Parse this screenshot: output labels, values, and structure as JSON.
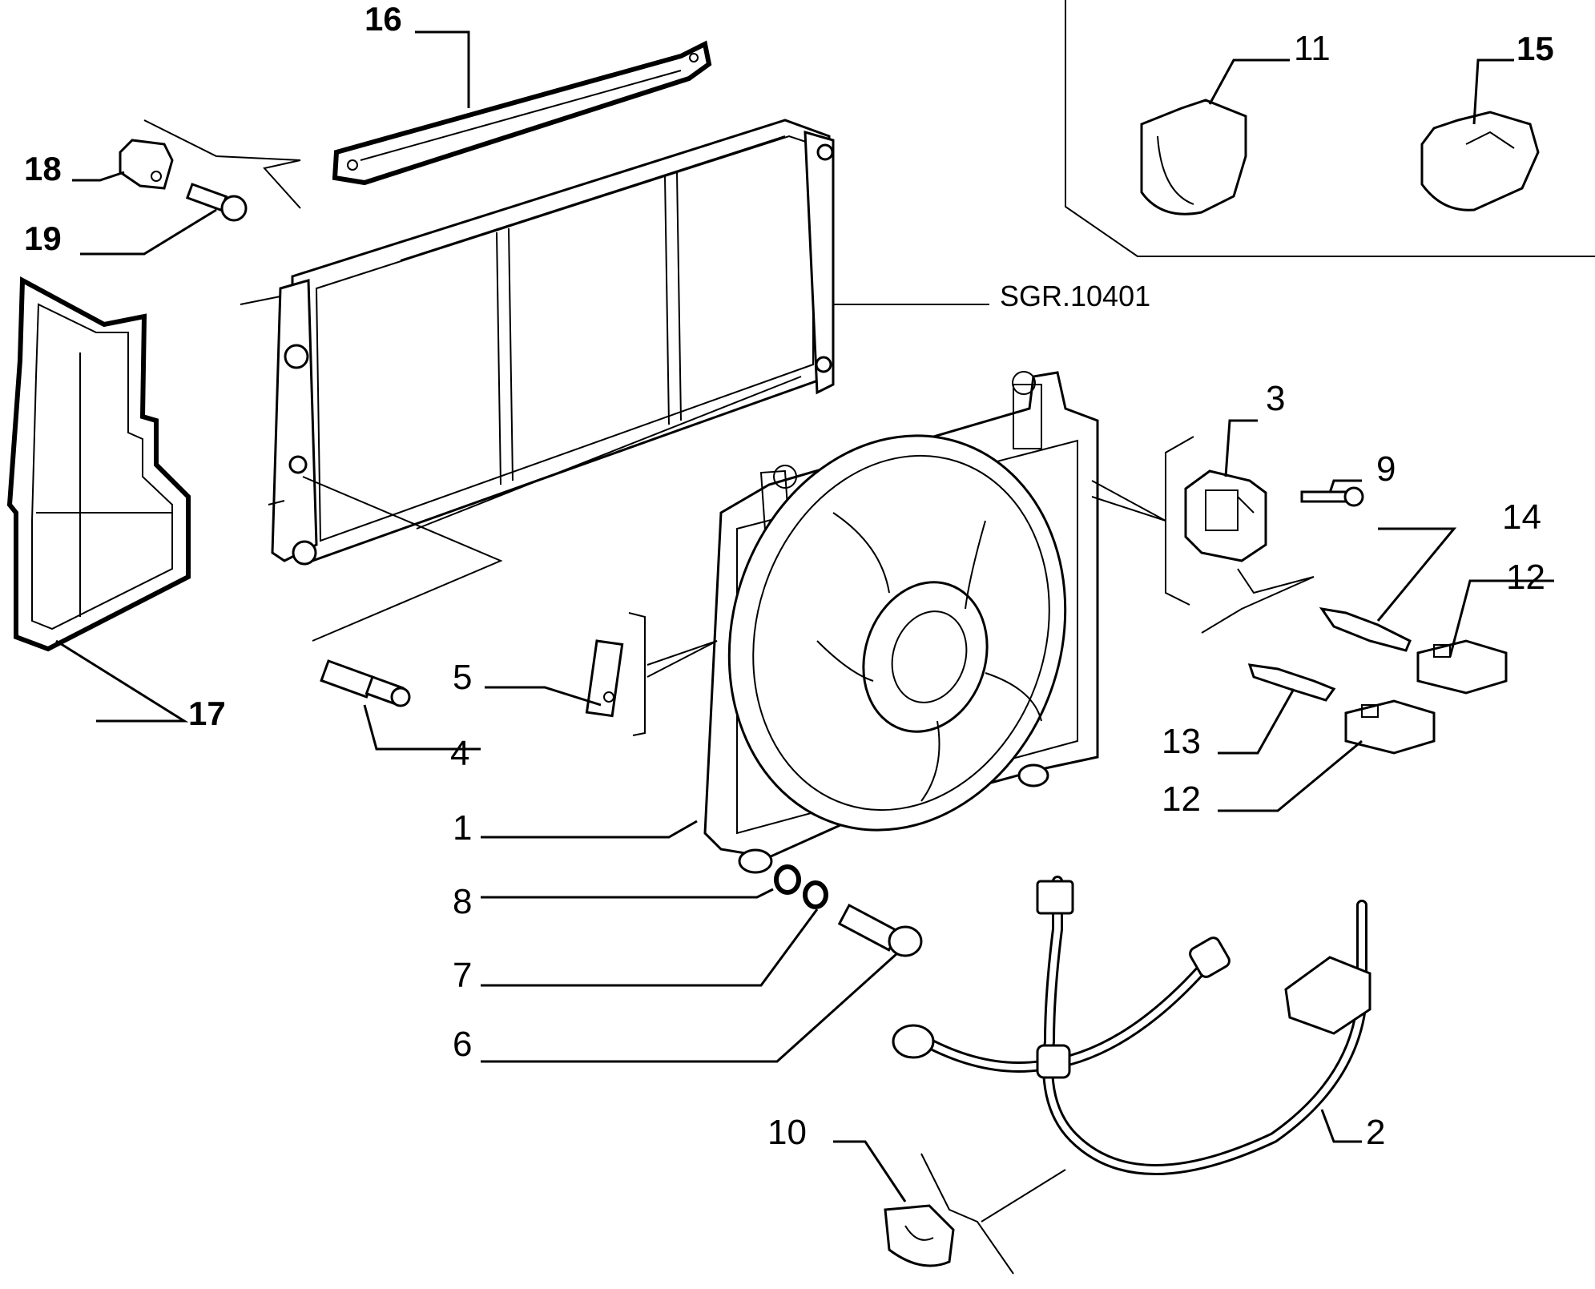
{
  "diagram": {
    "reference_code": "SGR.10401",
    "callouts": [
      {
        "id": "c1",
        "text": "1"
      },
      {
        "id": "c2",
        "text": "2"
      },
      {
        "id": "c3",
        "text": "3"
      },
      {
        "id": "c4",
        "text": "4"
      },
      {
        "id": "c5",
        "text": "5"
      },
      {
        "id": "c6",
        "text": "6"
      },
      {
        "id": "c7",
        "text": "7"
      },
      {
        "id": "c8",
        "text": "8"
      },
      {
        "id": "c9",
        "text": "9"
      },
      {
        "id": "c10",
        "text": "10"
      },
      {
        "id": "c11",
        "text": "11"
      },
      {
        "id": "c12a",
        "text": "12"
      },
      {
        "id": "c12b",
        "text": "12"
      },
      {
        "id": "c13",
        "text": "13"
      },
      {
        "id": "c14",
        "text": "14"
      },
      {
        "id": "c15",
        "text": "15"
      },
      {
        "id": "c16",
        "text": "16"
      },
      {
        "id": "c17",
        "text": "17"
      },
      {
        "id": "c18",
        "text": "18"
      },
      {
        "id": "c19",
        "text": "19"
      }
    ]
  }
}
